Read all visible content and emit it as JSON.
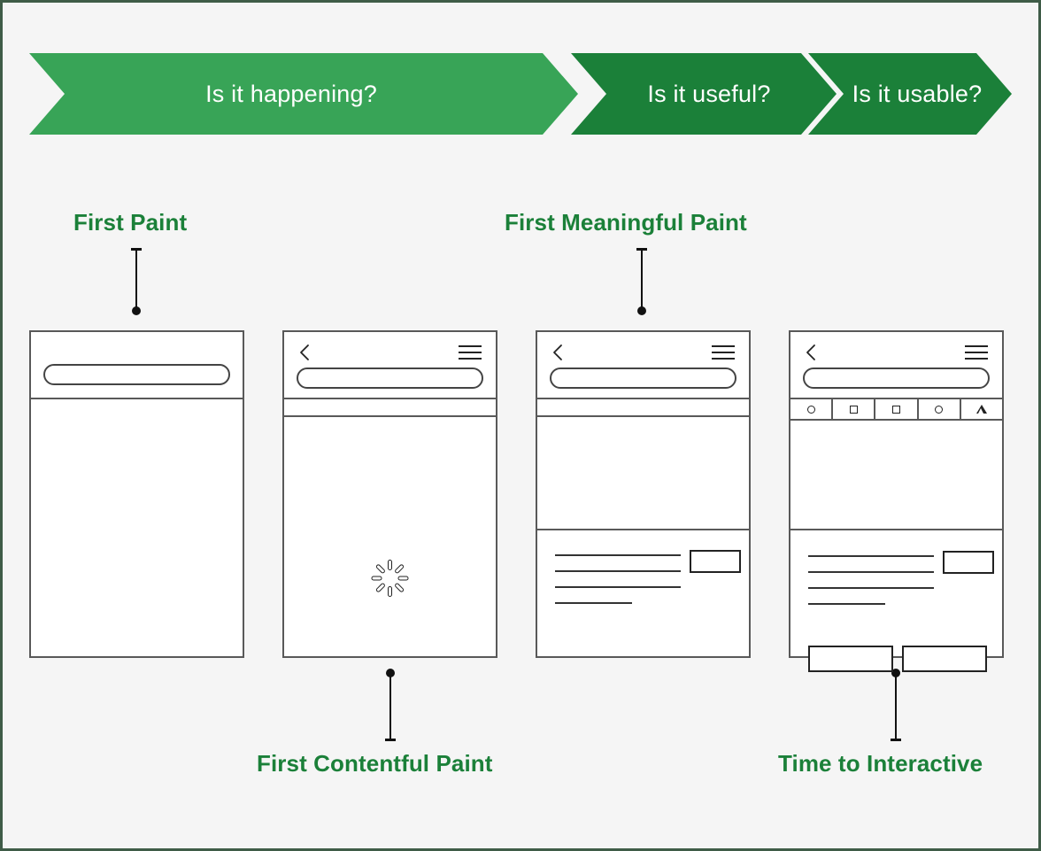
{
  "page": {
    "background_color": "#f5f5f5",
    "border_color": "#3f5c47",
    "accent_green": "#1b8039",
    "light_green": "#38a457"
  },
  "phases": [
    {
      "label": "Is it happening?",
      "color": "#38a457"
    },
    {
      "label": "Is it useful?",
      "color": "#1b8039"
    },
    {
      "label": "Is it usable?",
      "color": "#1b8039"
    }
  ],
  "metrics": [
    {
      "id": "first-paint",
      "label": "First Paint",
      "position": "above",
      "phone": 1
    },
    {
      "id": "first-contentful-paint",
      "label": "First Contentful Paint",
      "position": "below",
      "phone": 2
    },
    {
      "id": "first-meaningful-paint",
      "label": "First Meaningful Paint",
      "position": "above",
      "phone": 3
    },
    {
      "id": "time-to-interactive",
      "label": "Time to Interactive",
      "position": "below",
      "phone": 4
    }
  ],
  "phones": [
    {
      "id": "phone-first-paint",
      "has_back_icon": false,
      "has_menu_icon": false,
      "has_url_bar": true,
      "has_sub_band": false,
      "has_tab_bar": false,
      "has_spinner": false,
      "has_content": false,
      "has_buttons": false
    },
    {
      "id": "phone-first-contentful-paint",
      "has_back_icon": true,
      "has_menu_icon": true,
      "has_url_bar": true,
      "has_sub_band": true,
      "has_tab_bar": false,
      "has_spinner": true,
      "has_content": false,
      "has_buttons": false
    },
    {
      "id": "phone-first-meaningful-paint",
      "has_back_icon": true,
      "has_menu_icon": true,
      "has_url_bar": true,
      "has_sub_band": true,
      "has_tab_bar": false,
      "has_spinner": false,
      "has_content": true,
      "has_buttons": false
    },
    {
      "id": "phone-time-to-interactive",
      "has_back_icon": true,
      "has_menu_icon": true,
      "has_url_bar": true,
      "has_sub_band": false,
      "has_tab_bar": true,
      "has_spinner": false,
      "has_content": true,
      "has_buttons": true
    }
  ],
  "tab_bar": {
    "icons": [
      "circle-icon",
      "square-icon",
      "square-icon",
      "circle-icon",
      "triangle-icon"
    ]
  },
  "icons": {
    "back": "chevron-left-icon",
    "menu": "hamburger-menu-icon",
    "spinner": "loading-spinner-icon"
  }
}
